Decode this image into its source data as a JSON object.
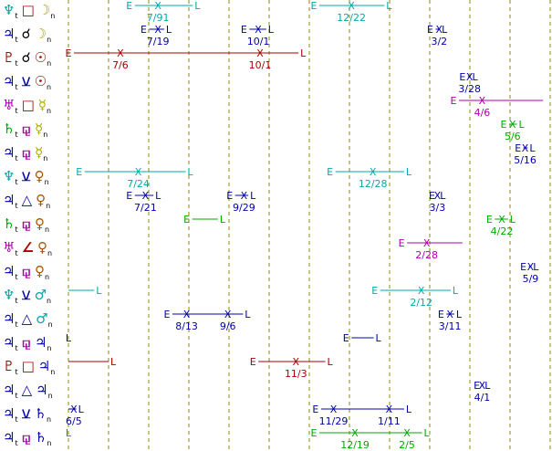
{
  "chart_data": {
    "type": "timeline",
    "colors": {
      "grid": "#8a8a00",
      "border": "#000000",
      "transiting_planets": {
        "Neptune": "#00aaaa",
        "Jupiter": "#0000aa",
        "Pluto": "#aa0000",
        "Uranus": "#aa00aa",
        "Saturn": "#00aa00"
      },
      "aspects": {
        "square": "#aa0000",
        "conjunction": "#000000",
        "semisextile": "#0000aa",
        "sesquiquadrate": "#aa00aa",
        "trine": "#0000aa",
        "opposition": "#aa0000",
        "sextile": "#00aa00"
      },
      "natal_points": {
        "Moon": "#aaaa00",
        "Sun": "#aa0000",
        "Mercury": "#aaaa00",
        "Venus": "#aa5500",
        "Mars": "#00aaaa",
        "Jupiter": "#0000aa",
        "Saturn": "#0000aa"
      },
      "event_series": {
        "cyan": "#00aaaa",
        "blue": "#0000aa",
        "red": "#aa0000",
        "magenta": "#aa00aa",
        "green": "#00aa00"
      }
    },
    "rows": [
      {
        "transit": "Neptune",
        "transit_glyph": "♆",
        "transit_sub": "t",
        "aspect": "square",
        "aspect_glyph": "□",
        "natal": "Moon",
        "natal_glyph": "☽",
        "natal_sub": "n",
        "events": [
          {
            "series": "cyan",
            "start": 0.34,
            "exacts": [
              {
                "x": 0.5,
                "label": "7/91"
              }
            ],
            "end": 0.72,
            "end_label": "L"
          },
          {
            "series": "cyan",
            "start": 1.37,
            "exacts": [
              {
                "x": 1.58,
                "label": "12/22"
              }
            ],
            "end": 1.79,
            "end_label": "L"
          }
        ]
      },
      {
        "transit": "Jupiter",
        "transit_glyph": "♃",
        "transit_sub": "t",
        "aspect": "conjunction",
        "aspect_glyph": "☌",
        "natal": "Moon",
        "natal_glyph": "☽",
        "natal_sub": "n",
        "events": [
          {
            "series": "blue",
            "start": 0.42,
            "exacts": [
              {
                "x": 0.5,
                "label": "7/19"
              }
            ],
            "end": 0.56,
            "end_label": "L"
          },
          {
            "series": "blue",
            "start": 0.98,
            "exacts": [
              {
                "x": 1.06,
                "label": "10/1"
              }
            ],
            "end": 1.13,
            "end_label": "L"
          },
          {
            "series": "blue",
            "start": 2.02,
            "exacts": [
              {
                "x": 2.07,
                "label": "3/2"
              }
            ],
            "end": 2.1,
            "end_label": "L"
          }
        ]
      },
      {
        "transit": "Pluto",
        "transit_glyph": "♇",
        "transit_sub": "t",
        "aspect": "conjunction",
        "aspect_glyph": "☌",
        "natal": "Sun",
        "natal_glyph": "☉",
        "natal_sub": "n",
        "events": [
          {
            "series": "red",
            "start": 0.0,
            "exacts": [
              {
                "x": 0.29,
                "label": "7/6"
              },
              {
                "x": 1.07,
                "label": "10/1"
              }
            ],
            "end": 1.31,
            "end_label": "L"
          }
        ]
      },
      {
        "transit": "Jupiter",
        "transit_glyph": "♃",
        "transit_sub": "t",
        "aspect": "semisextile",
        "aspect_glyph": "⚺",
        "natal": "Sun",
        "natal_glyph": "☉",
        "natal_sub": "n",
        "events": [
          {
            "series": "blue",
            "start": 2.2,
            "exacts": [
              {
                "x": 2.24,
                "label": "3/28"
              }
            ],
            "end": 2.27,
            "end_label": "L"
          }
        ]
      },
      {
        "transit": "Uranus",
        "transit_glyph": "♅",
        "transit_sub": "t",
        "aspect": "square",
        "aspect_glyph": "□",
        "natal": "Mercury",
        "natal_glyph": "☿",
        "natal_sub": "n",
        "events": [
          {
            "series": "magenta",
            "start": 2.15,
            "exacts": [
              {
                "x": 2.31,
                "label": "4/6"
              }
            ],
            "end": 2.65,
            "end_label": ""
          }
        ]
      },
      {
        "transit": "Saturn",
        "transit_glyph": "♄",
        "transit_sub": "t",
        "aspect": "sesquiquadrate",
        "aspect_glyph": "⚼",
        "natal": "Mercury",
        "natal_glyph": "☿",
        "natal_sub": "n",
        "events": [
          {
            "series": "green",
            "start": 2.43,
            "exacts": [
              {
                "x": 2.48,
                "label": "5/6"
              }
            ],
            "end": 2.53,
            "end_label": "L"
          }
        ]
      },
      {
        "transit": "Jupiter",
        "transit_glyph": "♃",
        "transit_sub": "t",
        "aspect": "sesquiquadrate",
        "aspect_glyph": "⚼",
        "natal": "Mercury",
        "natal_glyph": "☿",
        "natal_sub": "n",
        "events": [
          {
            "series": "blue",
            "start": 2.51,
            "exacts": [
              {
                "x": 2.55,
                "label": "5/16"
              }
            ],
            "end": 2.59,
            "end_label": "L"
          }
        ]
      },
      {
        "transit": "Neptune",
        "transit_glyph": "♆",
        "transit_sub": "t",
        "aspect": "semisextile",
        "aspect_glyph": "⚺",
        "natal": "Venus",
        "natal_glyph": "♀",
        "natal_sub": "n",
        "events": [
          {
            "series": "cyan",
            "start": 0.06,
            "exacts": [
              {
                "x": 0.39,
                "label": "7/24"
              }
            ],
            "end": 0.68,
            "end_label": "L"
          },
          {
            "series": "cyan",
            "start": 1.46,
            "exacts": [
              {
                "x": 1.7,
                "label": "12/28"
              }
            ],
            "end": 1.9,
            "end_label": "L"
          }
        ]
      },
      {
        "transit": "Jupiter",
        "transit_glyph": "♃",
        "transit_sub": "t",
        "aspect": "trine",
        "aspect_glyph": "△",
        "natal": "Venus",
        "natal_glyph": "♀",
        "natal_sub": "n",
        "events": [
          {
            "series": "blue",
            "start": 0.34,
            "exacts": [
              {
                "x": 0.43,
                "label": "7/21"
              }
            ],
            "end": 0.5,
            "end_label": "L"
          },
          {
            "series": "blue",
            "start": 0.9,
            "exacts": [
              {
                "x": 0.98,
                "label": "9/29"
              }
            ],
            "end": 1.03,
            "end_label": "L"
          },
          {
            "series": "blue",
            "start": 2.03,
            "exacts": [
              {
                "x": 2.06,
                "label": "3/3"
              }
            ],
            "end": 2.09,
            "end_label": "L"
          }
        ]
      },
      {
        "transit": "Saturn",
        "transit_glyph": "♄",
        "transit_sub": "t",
        "aspect": "sesquiquadrate",
        "aspect_glyph": "⚼",
        "natal": "Venus",
        "natal_glyph": "♀",
        "natal_sub": "n",
        "events": [
          {
            "series": "green",
            "start": 0.66,
            "exacts": [],
            "end": 0.86,
            "end_label": "L"
          },
          {
            "series": "green",
            "start": 2.35,
            "exacts": [
              {
                "x": 2.42,
                "label": "4/22"
              }
            ],
            "end": 2.48,
            "end_label": "L"
          }
        ]
      },
      {
        "transit": "Uranus",
        "transit_glyph": "♅",
        "transit_sub": "t",
        "aspect": "square",
        "aspect_glyph": "∠",
        "natal": "Venus",
        "natal_glyph": "♀",
        "natal_sub": "n",
        "events": [
          {
            "series": "magenta",
            "start": 1.86,
            "exacts": [
              {
                "x": 2.0,
                "label": "2/28"
              }
            ],
            "end": 2.2,
            "end_label": ""
          }
        ]
      },
      {
        "transit": "Jupiter",
        "transit_glyph": "♃",
        "transit_sub": "t",
        "aspect": "sesquiquadrate",
        "aspect_glyph": "⚼",
        "natal": "Venus",
        "natal_glyph": "♀",
        "natal_sub": "n",
        "events": [
          {
            "series": "blue",
            "start": 2.54,
            "exacts": [
              {
                "x": 2.58,
                "label": "5/9"
              }
            ],
            "end": 2.61,
            "end_label": "L"
          }
        ]
      },
      {
        "transit": "Neptune",
        "transit_glyph": "♆",
        "transit_sub": "t",
        "aspect": "semisextile",
        "aspect_glyph": "⚺",
        "natal": "Mars",
        "natal_glyph": "♂",
        "natal_sub": "n",
        "events": [
          {
            "series": "cyan",
            "start": -0.05,
            "exacts": [],
            "end": 0.17,
            "end_label": "L"
          },
          {
            "series": "cyan",
            "start": 1.71,
            "exacts": [
              {
                "x": 1.97,
                "label": "2/12"
              }
            ],
            "end": 2.16,
            "end_label": "L"
          }
        ]
      },
      {
        "transit": "Jupiter",
        "transit_glyph": "♃",
        "transit_sub": "t",
        "aspect": "trine",
        "aspect_glyph": "△",
        "natal": "Mars",
        "natal_glyph": "♂",
        "natal_sub": "n",
        "events": [
          {
            "series": "blue",
            "start": 0.55,
            "exacts": [
              {
                "x": 0.66,
                "label": "8/13"
              },
              {
                "x": 0.89,
                "label": "9/6"
              }
            ],
            "end": 1.0,
            "end_label": "L"
          },
          {
            "series": "blue",
            "start": 2.08,
            "exacts": [
              {
                "x": 2.13,
                "label": "3/11"
              }
            ],
            "end": 2.18,
            "end_label": "L"
          }
        ]
      },
      {
        "transit": "Jupiter",
        "transit_glyph": "♃",
        "transit_sub": "t",
        "aspect": "sesquiquadrate",
        "aspect_glyph": "⚼",
        "natal": "Jupiter",
        "natal_glyph": "♃",
        "natal_sub": "n",
        "events": [
          {
            "series": "blue",
            "start": -0.1,
            "exacts": [],
            "end": 0.0,
            "end_label": "L"
          },
          {
            "series": "blue",
            "start": 1.55,
            "exacts": [],
            "end": 1.73,
            "end_label": "L"
          }
        ]
      },
      {
        "transit": "Pluto",
        "transit_glyph": "♇",
        "transit_sub": "t",
        "aspect": "square",
        "aspect_glyph": "□",
        "natal": "Jupiter",
        "natal_glyph": "♃",
        "natal_sub": "n",
        "events": [
          {
            "series": "red",
            "start": -0.05,
            "exacts": [],
            "end": 0.25,
            "end_label": "L"
          },
          {
            "series": "red",
            "start": 1.03,
            "exacts": [
              {
                "x": 1.27,
                "label": "11/3"
              }
            ],
            "end": 1.46,
            "end_label": "L"
          }
        ]
      },
      {
        "transit": "Jupiter",
        "transit_glyph": "♃",
        "transit_sub": "t",
        "aspect": "trine",
        "aspect_glyph": "△",
        "natal": "Jupiter",
        "natal_glyph": "♃",
        "natal_sub": "n",
        "events": [
          {
            "series": "blue",
            "start": 2.28,
            "exacts": [
              {
                "x": 2.31,
                "label": "4/1"
              }
            ],
            "end": 2.34,
            "end_label": "L"
          }
        ]
      },
      {
        "transit": "Jupiter",
        "transit_glyph": "♃",
        "transit_sub": "t",
        "aspect": "semisextile",
        "aspect_glyph": "⚺",
        "natal": "Saturn",
        "natal_glyph": "♄",
        "natal_sub": "n",
        "events": [
          {
            "series": "blue",
            "start": -0.1,
            "exacts": [
              {
                "x": 0.03,
                "label": "6/5"
              }
            ],
            "end": 0.07,
            "end_label": "L"
          },
          {
            "series": "blue",
            "start": 1.38,
            "exacts": [
              {
                "x": 1.48,
                "label": "11/29"
              },
              {
                "x": 1.79,
                "label": "1/11"
              }
            ],
            "end": 1.9,
            "end_label": "L"
          }
        ]
      },
      {
        "transit": "Jupiter",
        "transit_glyph": "♃",
        "transit_sub": "t",
        "aspect": "sesquiquadrate",
        "aspect_glyph": "⚼",
        "natal": "Saturn",
        "natal_glyph": "♄",
        "natal_sub": "n",
        "events": [
          {
            "series": "green",
            "start": -0.1,
            "exacts": [],
            "end": 0.0,
            "end_label": "L"
          },
          {
            "series": "green",
            "start": 1.37,
            "exacts": [
              {
                "x": 1.6,
                "label": "12/19"
              },
              {
                "x": 1.89,
                "label": "2/5"
              }
            ],
            "end": 2.0,
            "end_label": "L"
          }
        ]
      }
    ],
    "start_marker": "E",
    "exact_marker": "X",
    "x_range": [
      0,
      2.7
    ],
    "grid": "dashed vertical"
  }
}
